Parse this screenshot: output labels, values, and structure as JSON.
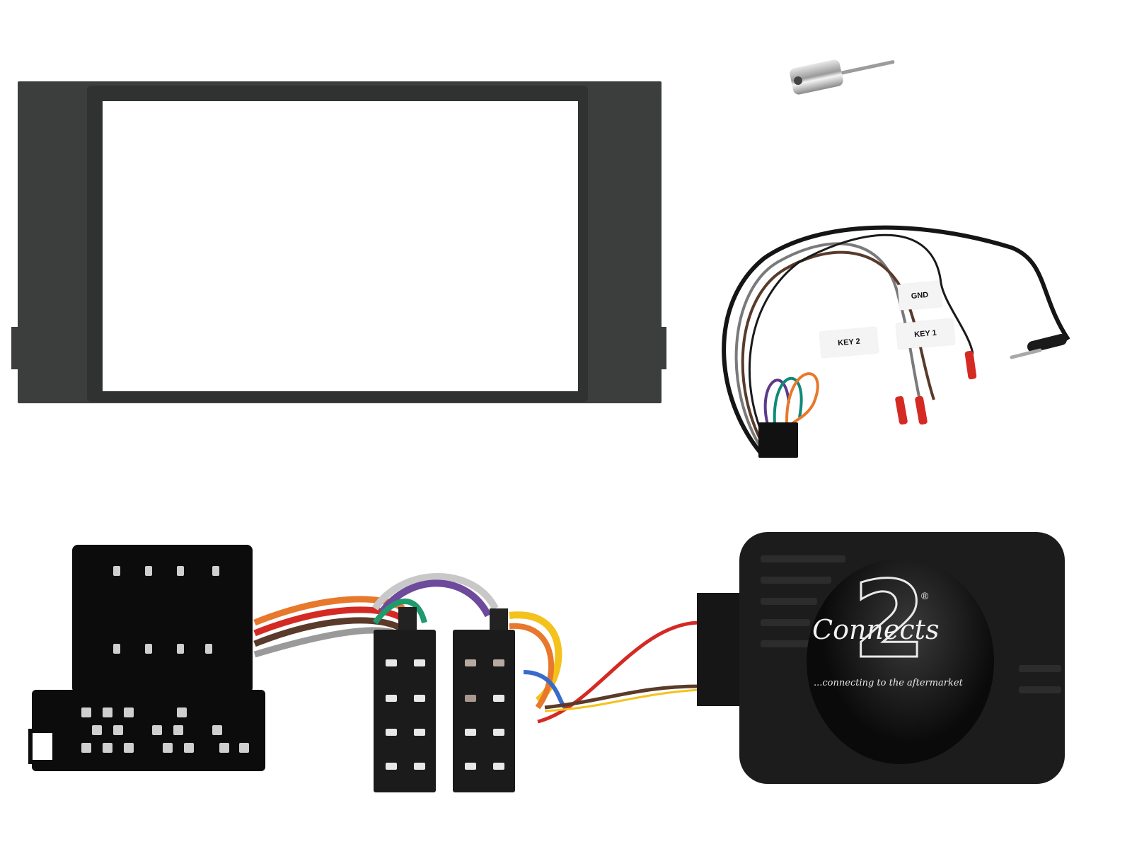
{
  "scene": {
    "description": "Car stereo double-DIN fitting kit product photo on white background",
    "background": "#ffffff"
  },
  "items": {
    "fascia": {
      "name": "Double DIN fascia panel",
      "color": "#3b3e3c"
    },
    "antenna_adapter": {
      "name": "Antenna adapter",
      "color": "#b8b8b8"
    },
    "steering_harness": {
      "name": "Steering control patch lead",
      "labels": [
        "GND",
        "KEY 2",
        "KEY 1"
      ],
      "loop_colors": [
        "#5b3a8a",
        "#0f8a78",
        "#e8782c"
      ],
      "bullet_color": "#d42a23"
    },
    "oem_connector": {
      "name": "Vehicle OEM connector",
      "color": "#0c0c0c"
    },
    "iso_connectors": {
      "name": "ISO connectors",
      "count": 2,
      "color": "#1b1b1b"
    },
    "wire_colors": [
      "#ffffff",
      "#9a9a9a",
      "#6d4a9c",
      "#1e9a6e",
      "#f4c21c",
      "#e8782c",
      "#d42a23",
      "#5a3a2a",
      "#3a6acc"
    ],
    "interface_box": {
      "name": "Steering wheel control interface",
      "brand_word": "Connects",
      "brand_numeral": "2",
      "registered_mark": "®",
      "tagline": "...connecting to the aftermarket",
      "color": "#1c1c1c"
    }
  }
}
